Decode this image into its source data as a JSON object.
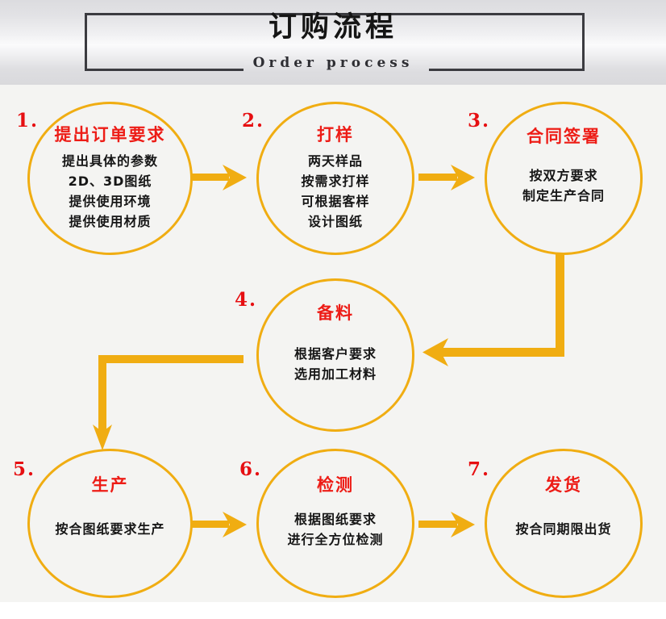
{
  "header": {
    "title_cn": "订购流程",
    "title_en": "Order process"
  },
  "colors": {
    "accent": "#f0ad12",
    "heading_red": "#ed1c16",
    "number_red": "#e60f12",
    "body_text": "#161616",
    "band_bg": "#e2e2e5",
    "page_bg": "#f4f4f2",
    "box_border": "#3b3b40"
  },
  "steps": [
    {
      "number": "1.",
      "title": "提出订单要求",
      "lines": [
        "提出具体的参数",
        "2D、3D图纸",
        "提供使用环境",
        "提供使用材质"
      ]
    },
    {
      "number": "2.",
      "title": "打样",
      "lines": [
        "两天样品",
        "按需求打样",
        "可根据客样",
        "设计图纸"
      ]
    },
    {
      "number": "3.",
      "title": "合同签署",
      "lines": [
        "按双方要求",
        "制定生产合同"
      ]
    },
    {
      "number": "4.",
      "title": "备料",
      "lines": [
        "根据客户要求",
        "选用加工材料"
      ]
    },
    {
      "number": "5.",
      "title": "生产",
      "lines": [
        "按合图纸要求生产"
      ]
    },
    {
      "number": "6.",
      "title": "检测",
      "lines": [
        "根据图纸要求",
        "进行全方位检测"
      ]
    },
    {
      "number": "7.",
      "title": "发货",
      "lines": [
        "按合同期限出货"
      ]
    }
  ],
  "connectors": [
    {
      "name": "arrow-step1-to-step2",
      "direction": "right"
    },
    {
      "name": "arrow-step2-to-step3",
      "direction": "right"
    },
    {
      "name": "arrow-step3-to-step4",
      "direction": "down-left"
    },
    {
      "name": "arrow-step4-to-step5",
      "direction": "left-down"
    },
    {
      "name": "arrow-step5-to-step6",
      "direction": "right"
    },
    {
      "name": "arrow-step6-to-step7",
      "direction": "right"
    }
  ]
}
